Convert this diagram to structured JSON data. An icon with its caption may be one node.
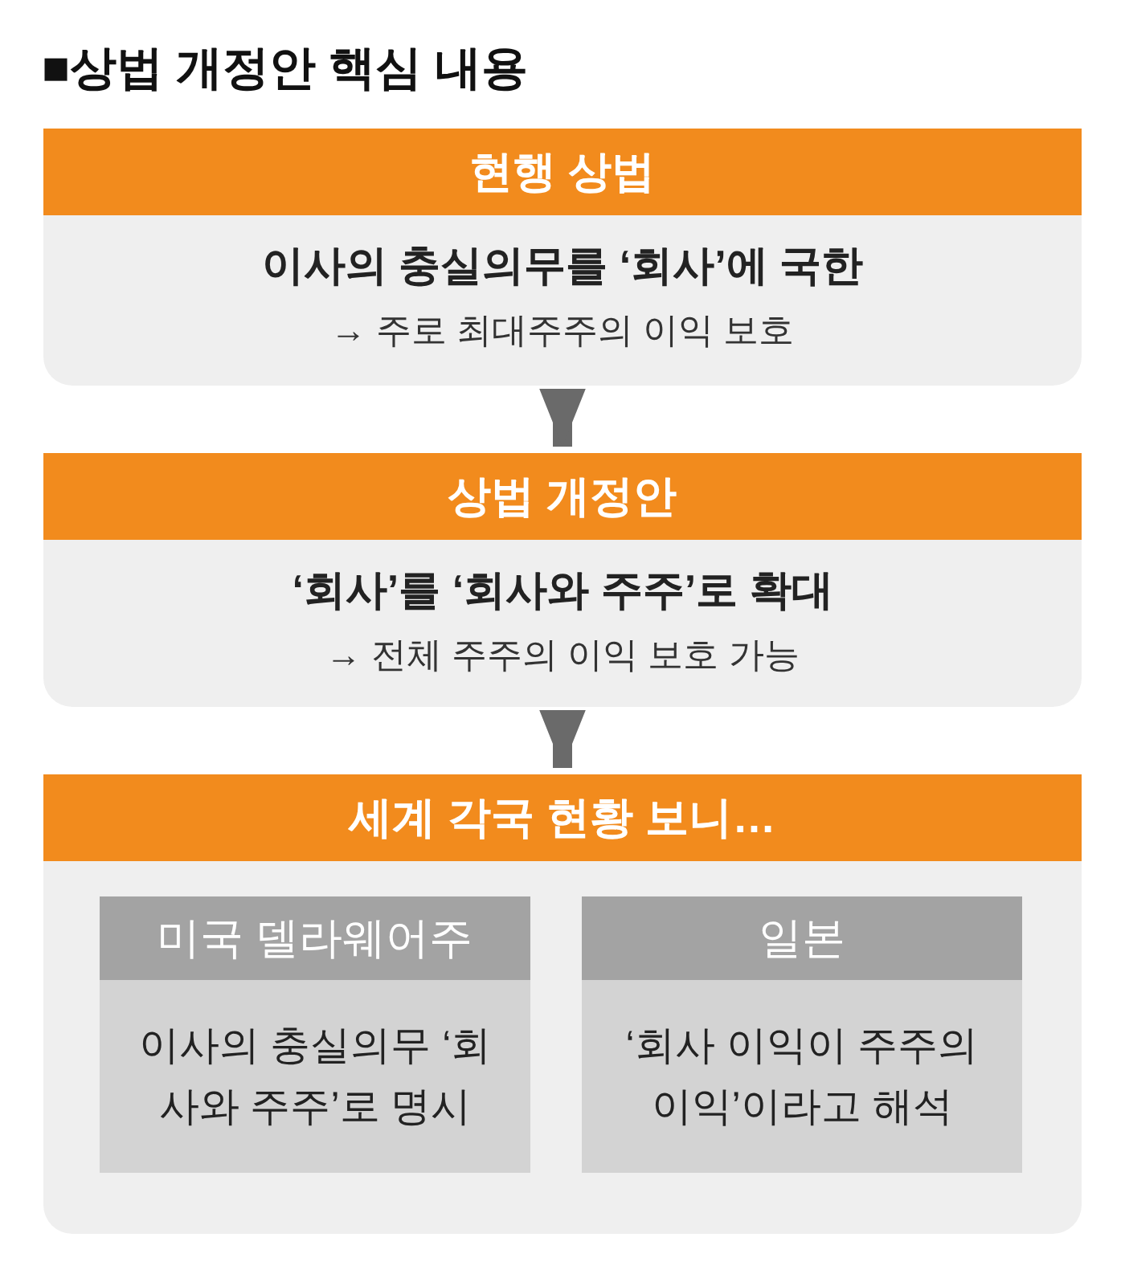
{
  "diagram": {
    "title": "■상법 개정안 핵심 내용",
    "nodes": [
      {
        "text": [
          "현행 상법",
          "이사의 충실의무를 ‘회사’에 국한",
          "→ 주로 최대주주의 이익 보호"
        ]
      },
      {
        "text": [
          "상법 개정안",
          "‘회사’를 ‘회사와 주주’로 확대",
          "→ 전체 주주의 이익 보호 가능"
        ]
      },
      {
        "text": [
          "세계 각국 현황 보니…"
        ]
      },
      {
        "text": [
          "미국 델라웨어주",
          "이사의 충실의무 ‘회사와 주주’로 명시"
        ],
        "in": 2
      },
      {
        "text": [
          "일본",
          "‘회사 이익이 주주의 이익’이라고 해석"
        ],
        "in": 2
      }
    ],
    "edges": [
      {
        "from": 0,
        "to": 1,
        "arrow": "to"
      },
      {
        "from": 1,
        "to": 2,
        "arrow": "to"
      }
    ]
  }
}
